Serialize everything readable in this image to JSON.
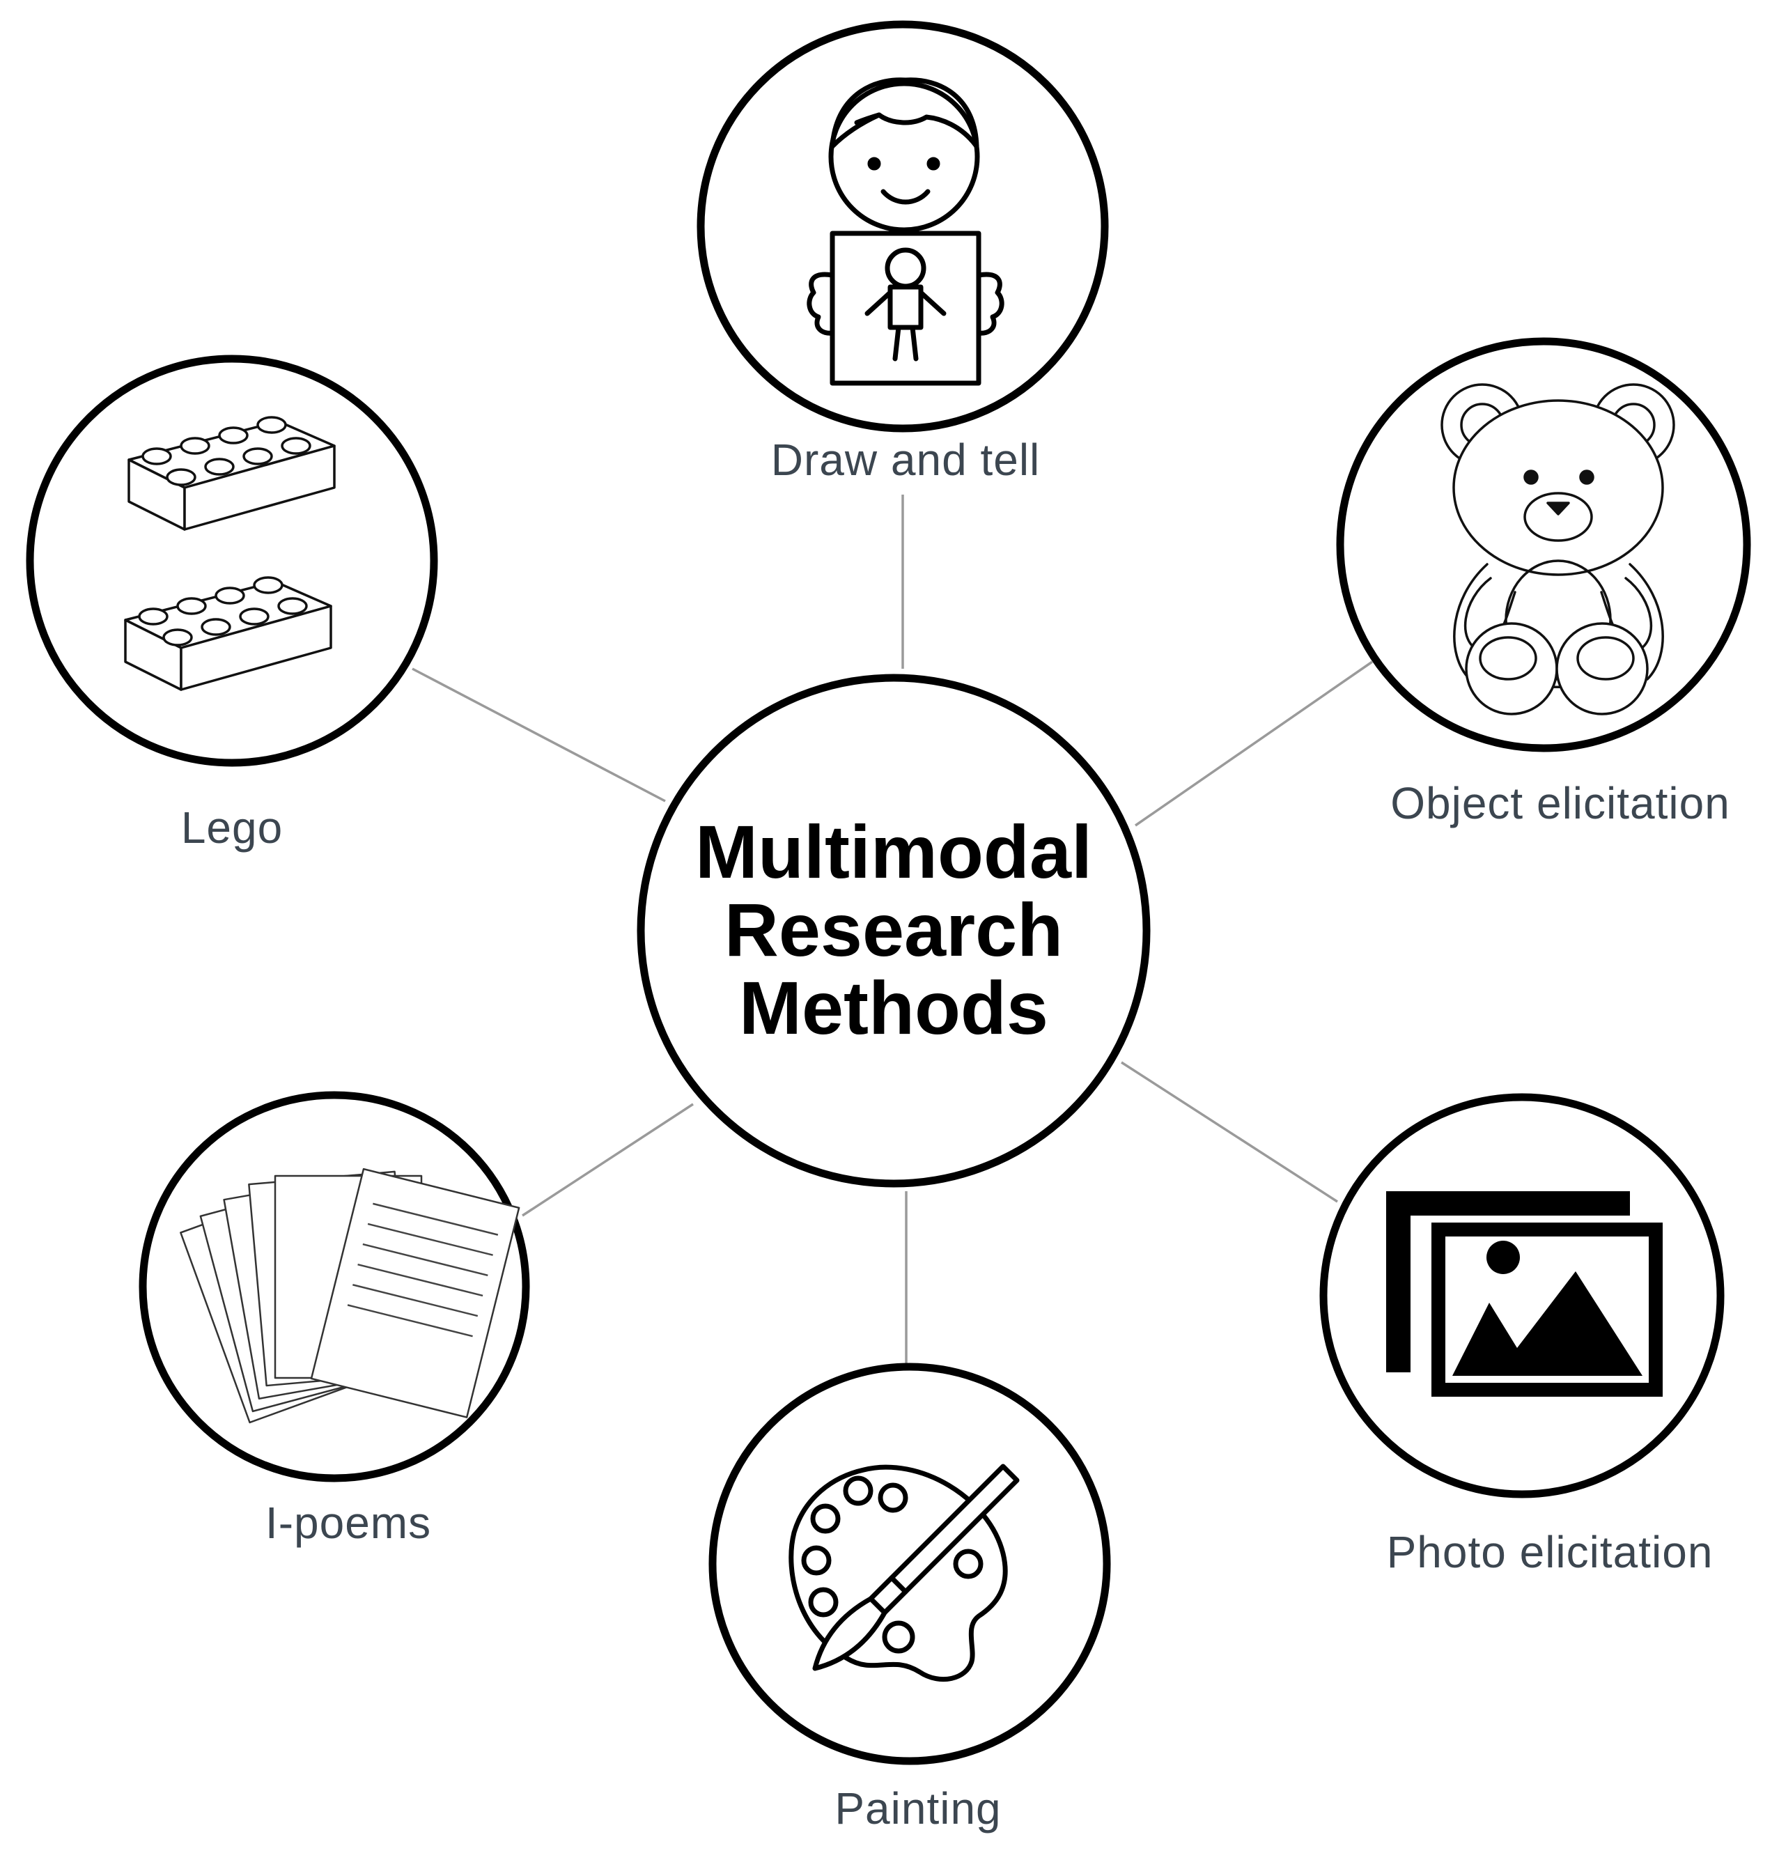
{
  "center": {
    "lines": [
      "Multimodal",
      "Research",
      "Methods"
    ]
  },
  "nodes": {
    "draw_and_tell": {
      "label": "Draw and tell",
      "icon": "child-holding-drawing-icon"
    },
    "object_elicitation": {
      "label": "Object elicitation",
      "icon": "teddy-bear-icon"
    },
    "photo_elicitation": {
      "label": "Photo elicitation",
      "icon": "photo-gallery-icon"
    },
    "painting": {
      "label": "Painting",
      "icon": "paint-palette-icon"
    },
    "i_poems": {
      "label": "I-poems",
      "icon": "paper-stack-icon"
    },
    "lego": {
      "label": "Lego",
      "icon": "lego-bricks-icon"
    }
  },
  "colors": {
    "ring": "#000000",
    "connector": "#9a9a9a",
    "label": "#3c4650",
    "center_text": "#000000"
  }
}
